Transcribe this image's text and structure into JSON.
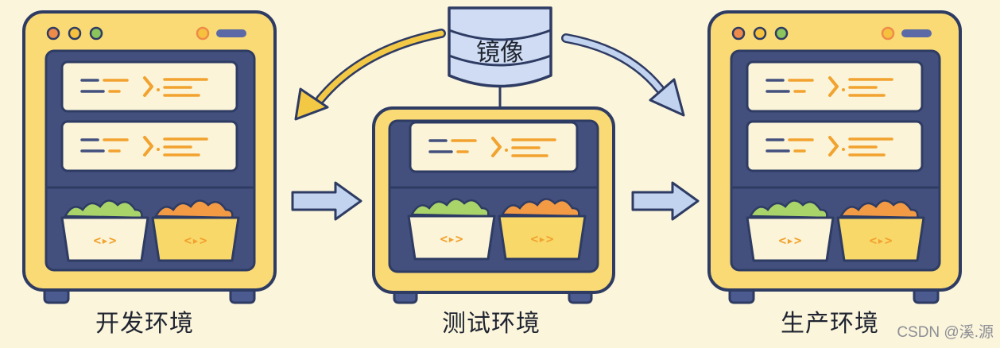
{
  "diagram": {
    "source_label": "镜像",
    "environments": [
      {
        "label": "开发环境"
      },
      {
        "label": "测试环境"
      },
      {
        "label": "生产环境"
      }
    ]
  },
  "watermark": "CSDN @溪.源",
  "colors": {
    "background": "#fbf5dc",
    "server_body": "#f9da74",
    "server_stroke": "#2e3b63",
    "server_inner": "#43507e",
    "server_slot": "#4f5c8c",
    "panel": "#fbf4d8",
    "accent_blue": "#43507e",
    "accent_orange": "#f2a22e",
    "cylinder": "#cfdcf3",
    "arrow_yellow": "#f3c844",
    "arrow_blue": "#c2d3f0",
    "green_food": "#a9d46a",
    "orange_food": "#f39a44"
  }
}
